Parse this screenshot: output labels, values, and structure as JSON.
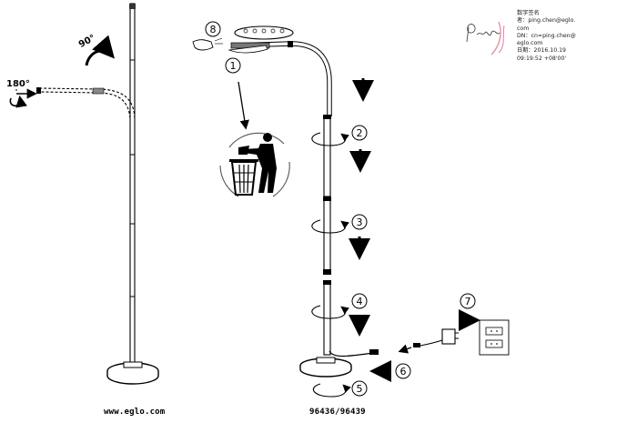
{
  "markers": {
    "angle_90": "90°",
    "angle_180": "180°",
    "step1": "1",
    "step2": "2",
    "step3": "3",
    "step4": "4",
    "step5": "5",
    "step6": "6",
    "step7": "7",
    "step8": "8"
  },
  "signature": {
    "handwritten": "Ping Chen",
    "lines": [
      "数字签名",
      "者：ping.chen@eglo.",
      "com",
      "DN：cn=ping.chen@",
      "eglo.com",
      "日期：2016.10.19",
      "09:19:52 +08'00'"
    ]
  },
  "footer": {
    "website": "www.eglo.com",
    "model": "96436/96439"
  }
}
